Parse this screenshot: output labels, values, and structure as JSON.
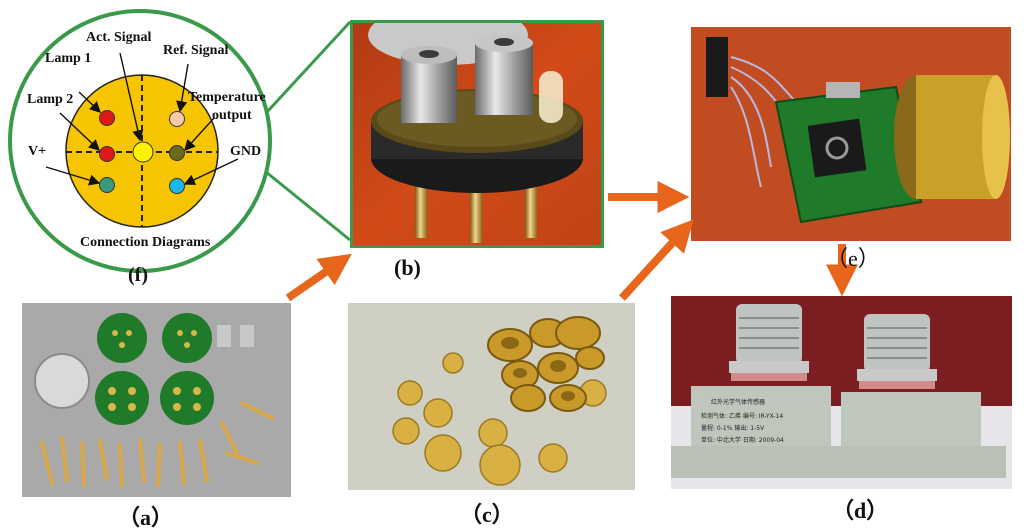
{
  "panel_labels": {
    "a": "（a）",
    "b": "(b)",
    "c": "（c）",
    "d": "（d）",
    "e": "（e）",
    "f": "(f)"
  },
  "diagram_f": {
    "title": "Connection Diagrams",
    "pins": {
      "act_signal": "Act. Signal",
      "ref_signal": "Ref. Signal",
      "lamp1": "Lamp 1",
      "lamp2": "Lamp 2",
      "temperature_output_line1": "Temperature",
      "temperature_output_line2": "output",
      "v_plus": "V+",
      "gnd": "GND"
    }
  },
  "panel_d": {
    "label_line1": "红外光学气体传感器",
    "label_line2": "检测气体: 乙烯    编号: IR-YX-14",
    "label_line3": "量程: 0-1%        输出: 1-5V",
    "label_line4": "单位: 中北大学    日期: 2009-04"
  },
  "colors": {
    "green_frame": "#3a9a4a",
    "arrow_orange": "#e8661c",
    "diagram_fill": "#f7c400",
    "pin_red": "#e01818",
    "pin_yellow": "#fff200",
    "pin_peach": "#f7c9a6",
    "pin_olive": "#6b6a18",
    "pin_teal": "#3a9a7e",
    "pin_cyan": "#1ab8e8"
  }
}
